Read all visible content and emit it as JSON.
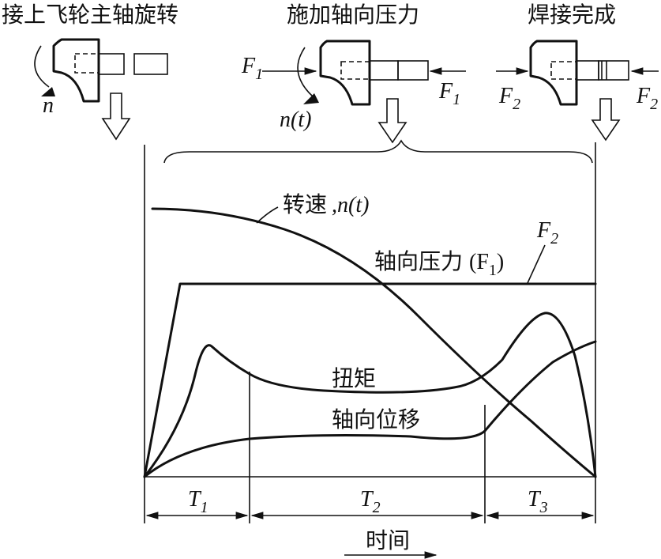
{
  "stages": {
    "stage1": {
      "title": "接上飞轮主轴旋转",
      "speed_label": "n"
    },
    "stage2": {
      "title": "施加轴向压力",
      "force_label": "F",
      "force_sub": "1",
      "speed_label": "n(t)"
    },
    "stage3": {
      "title": "焊接完成",
      "force_label": "F",
      "force_sub": "2"
    }
  },
  "curves": {
    "speed": {
      "label_cn": "转速",
      "label_var": ",n(t)"
    },
    "axial_pressure": {
      "label_cn": "轴向压力",
      "label_var": "(F",
      "label_sub": "1",
      "label_close": ")",
      "final_label": "F",
      "final_sub": "2"
    },
    "torque": {
      "label_cn": "扭矩"
    },
    "axial_displacement": {
      "label_cn": "轴向位移"
    }
  },
  "phases": [
    {
      "label": "T",
      "sub": "1"
    },
    {
      "label": "T",
      "sub": "2"
    },
    {
      "label": "T",
      "sub": "3"
    }
  ],
  "time_axis": {
    "label": "时间"
  }
}
